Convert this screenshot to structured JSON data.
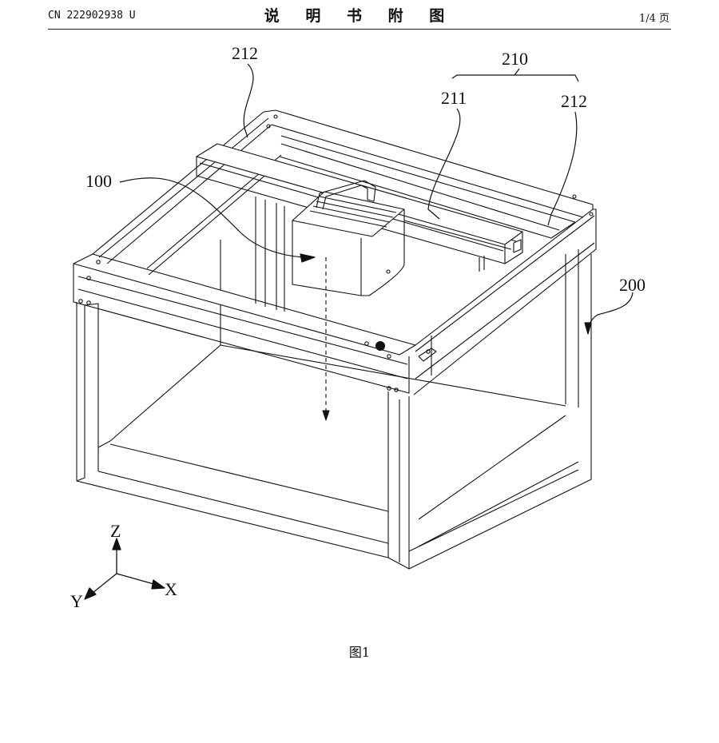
{
  "header": {
    "pub_number": "CN 222902938 U",
    "section_title": "说 明 书 附 图",
    "page": "1/4 页"
  },
  "figure": {
    "caption": "图1",
    "labels": {
      "ref_212_left": "212",
      "ref_210": "210",
      "ref_211": "211",
      "ref_212_right": "212",
      "ref_100": "100",
      "ref_200": "200"
    },
    "axes": {
      "z": "Z",
      "x": "X",
      "y": "Y"
    }
  }
}
